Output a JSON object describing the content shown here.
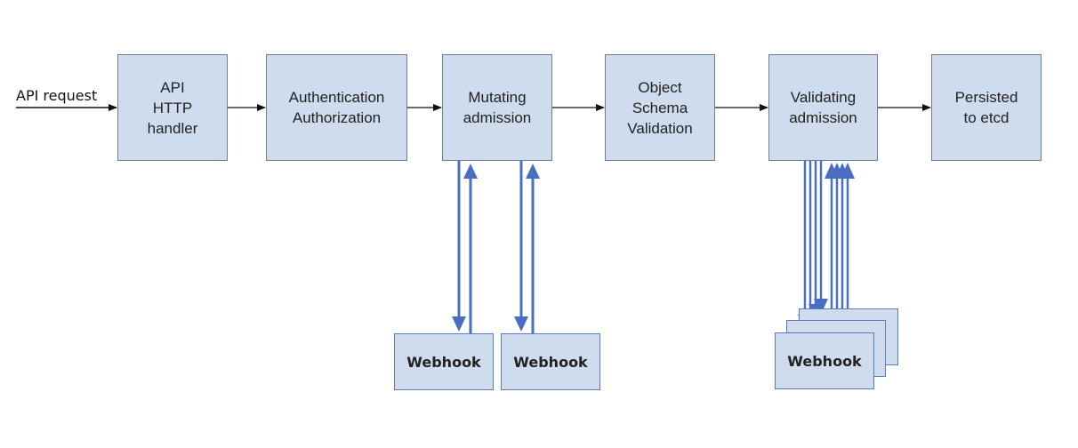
{
  "diagram": {
    "input_label": "API request",
    "stages": [
      {
        "id": "api-http-handler",
        "label": "API\nHTTP\nhandler"
      },
      {
        "id": "authn-authz",
        "label": "Authentication\nAuthorization"
      },
      {
        "id": "mutating-admission",
        "label": "Mutating\nadmission"
      },
      {
        "id": "object-schema-validation",
        "label": "Object\nSchema\nValidation"
      },
      {
        "id": "validating-admission",
        "label": "Validating\nadmission"
      },
      {
        "id": "persisted-etcd",
        "label": "Persisted\nto etcd"
      }
    ],
    "webhooks": [
      {
        "label": "Webhook"
      },
      {
        "label": "Webhook"
      },
      {
        "label": "Webhook"
      }
    ],
    "colors": {
      "box_fill": "#cfdced",
      "box_border": "#6f7e8f",
      "webhook_arrow": "#4a6fc2",
      "flow_arrow": "#111111"
    }
  }
}
